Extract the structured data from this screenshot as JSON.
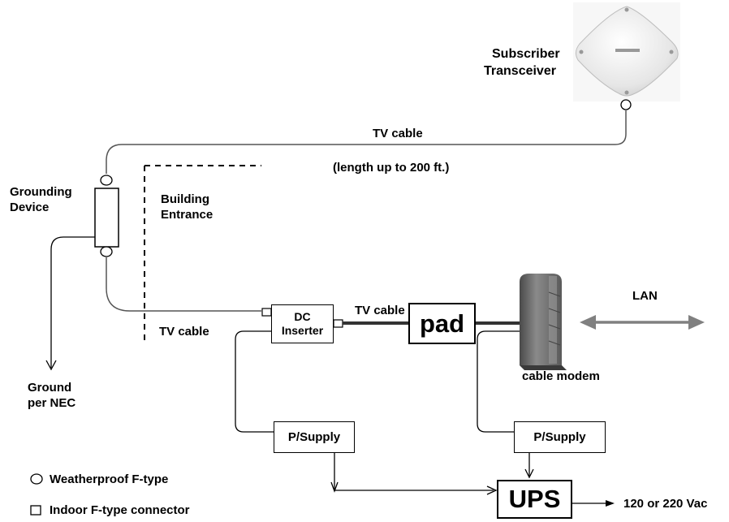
{
  "labels": {
    "subscriber_line1": "Subscriber",
    "subscriber_line2": "Transceiver",
    "tv_cable_top": "TV cable",
    "length_note": "(length up to 200 ft.)",
    "grounding_line1": "Grounding",
    "grounding_line2": "Device",
    "building_line1": "Building",
    "building_line2": "Entrance",
    "tv_cable_bottom": "TV cable",
    "tv_cable_mid": "TV cable",
    "dc_line1": "DC",
    "dc_line2": "Inserter",
    "pad": "pad",
    "lan": "LAN",
    "cable_modem": "cable modem",
    "ground_line1": "Ground",
    "ground_line2": "per NEC",
    "psupply_left": "P/Supply",
    "psupply_right": "P/Supply",
    "ups": "UPS",
    "vac": "120 or 220 Vac",
    "legend_circle": "Weatherproof F-type",
    "legend_square": "Indoor F-type connector"
  },
  "colors": {
    "line": "#000000",
    "cable": "#555555",
    "lan_arrow": "#808080",
    "modem_body": "#6e6e6e",
    "transceiver_body": "#eeeeee"
  }
}
